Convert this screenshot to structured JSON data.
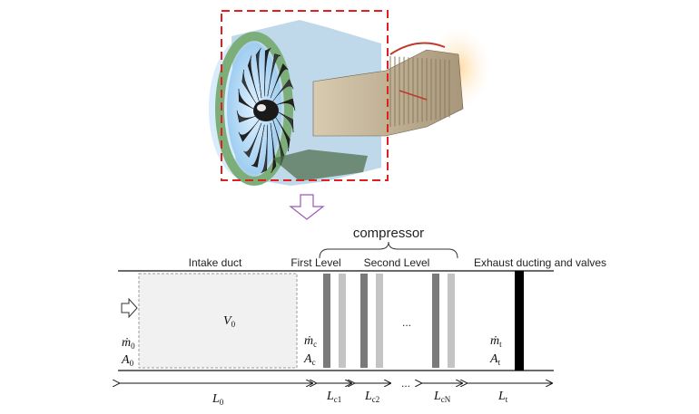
{
  "labels": {
    "compressor": "compressor",
    "intake_duct": "Intake duct",
    "first_level": "First Level",
    "second_level": "Second Level",
    "exhaust": "Exhaust ducting and valves",
    "ellipsis": "..."
  },
  "symbols": {
    "V0": {
      "main": "V",
      "sub": "0"
    },
    "m0": {
      "main": "ṁ",
      "sub": "0"
    },
    "A0": {
      "main": "A",
      "sub": "0"
    },
    "mc": {
      "main": "ṁ",
      "sub": "c"
    },
    "Ac": {
      "main": "A",
      "sub": "c"
    },
    "mt": {
      "main": "ṁ",
      "sub": "t"
    },
    "At": {
      "main": "A",
      "sub": "t"
    },
    "L0": {
      "main": "L",
      "sub": "0"
    },
    "Lc1": {
      "main": "L",
      "sub": "c1"
    },
    "Lc2": {
      "main": "L",
      "sub": "c2"
    },
    "LcN": {
      "main": "L",
      "sub": "cN"
    },
    "Lt": {
      "main": "L",
      "sub": "t"
    }
  },
  "colors": {
    "crop_box": "#e02020",
    "down_arrow": "#9b59b6",
    "stage_dark": "#7a7a7a",
    "stage_light": "#c4c4c4",
    "throttle": "#000000",
    "fan_blue": "#6fb3e6",
    "casing_green": "#7cae7a"
  }
}
